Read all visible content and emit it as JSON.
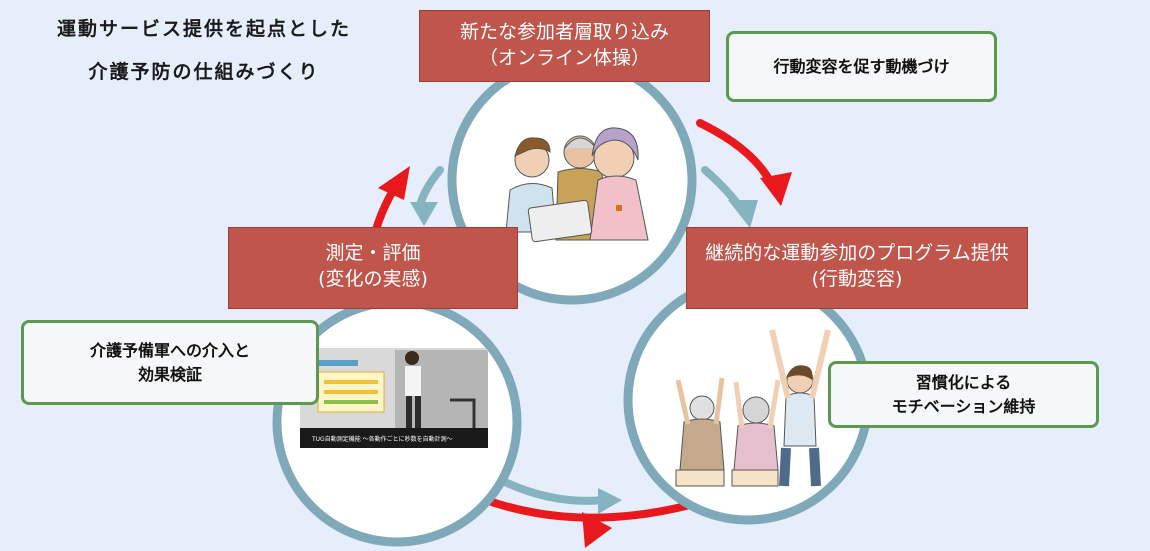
{
  "title": {
    "line1": "運動サービス提供を起点とした",
    "line2": "介護予防の仕組みづくり"
  },
  "stages": {
    "top": {
      "line1": "新たな参加者層取り込み",
      "line2": "（オンライン体操）"
    },
    "right": {
      "line1": "継続的な運動参加のプログラム提供",
      "line2": "(行動変容)"
    },
    "left": {
      "line1": "測定・評価",
      "line2": "(変化の実感)"
    }
  },
  "callouts": {
    "motivation": "行動変容を促す動機づけ",
    "habit_line1": "習慣化による",
    "habit_line2": "モチベーション維持",
    "prevention_line1": "介護予備軍への介入と",
    "prevention_line2": "効果検証"
  },
  "photo": {
    "caption": "TUG自動測定機能 ～各動作ごとに秒数を自動計測～"
  },
  "colors": {
    "background": "#e5eefa",
    "red_box": "#c0554b",
    "ring": "#7fa9b9",
    "red_arrow": "#e8181c",
    "green_border": "#5a9a4e"
  }
}
